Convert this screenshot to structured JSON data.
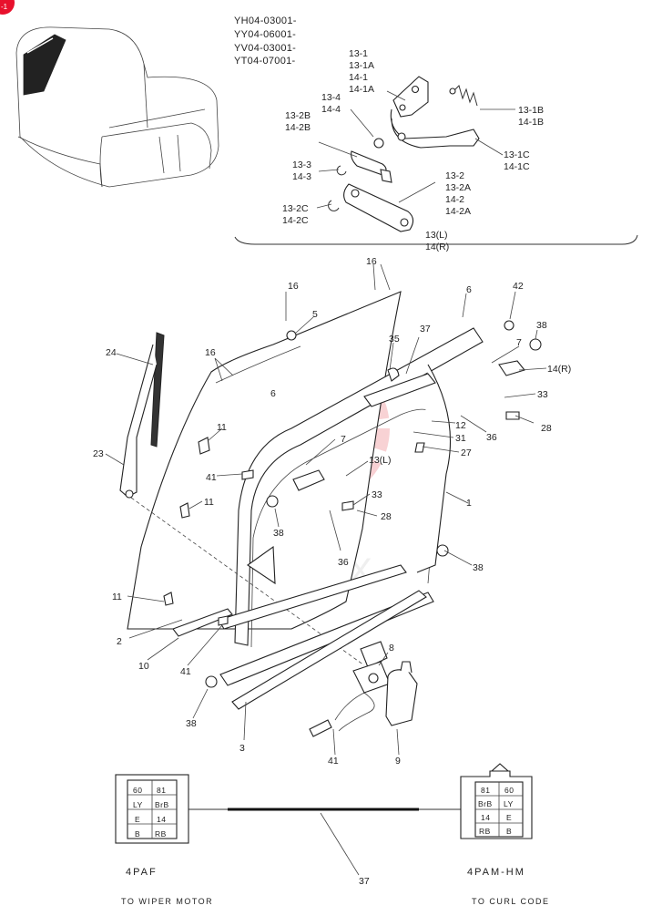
{
  "badge": "-1",
  "serials": [
    "YH04-03001-",
    "YY04-06001-",
    "YV04-03001-",
    "YT04-07001-"
  ],
  "inset_labels": {
    "l13_1": [
      "13-1",
      "13-1A",
      "14-1",
      "14-1A"
    ],
    "l13_4": [
      "13-4",
      "14-4"
    ],
    "l13_2b": [
      "13-2B",
      "14-2B"
    ],
    "l13_3": [
      "13-3",
      "14-3"
    ],
    "l13_2c": [
      "13-2C",
      "14-2C"
    ],
    "l13_1b": [
      "13-1B",
      "14-1B"
    ],
    "l13_1c": [
      "13-1C",
      "14-1C"
    ],
    "l13_2": [
      "13-2",
      "13-2A",
      "14-2",
      "14-2A"
    ],
    "l13l": "13(L)",
    "l14r": "14(R)"
  },
  "callouts": {
    "c16a": "16",
    "c16b": "16",
    "c16c": "16",
    "c5": "5",
    "c6a": "6",
    "c6b": "6",
    "c42": "42",
    "c38a": "38",
    "c7a": "7",
    "c14r": "14(R)",
    "c37a": "37",
    "c35": "35",
    "c24": "24",
    "c23": "23",
    "c11a": "11",
    "c11b": "11",
    "c11c": "11",
    "c33a": "33",
    "c12": "12",
    "c31": "31",
    "c36a": "36",
    "c28a": "28",
    "c27": "27",
    "c7b": "7",
    "c13l": "13(L)",
    "c41a": "41",
    "c33b": "33",
    "c28b": "28",
    "c38b": "38",
    "c36b": "36",
    "c1": "1",
    "c38c": "38",
    "c2": "2",
    "c10": "10",
    "c41b": "41",
    "c8": "8",
    "c38d": "38",
    "c3": "3",
    "c41c": "41",
    "c9": "9",
    "c37b": "37"
  },
  "left_connector": {
    "pins": [
      "60",
      "81",
      "LY",
      "BrB",
      "E",
      "14",
      "B",
      "RB"
    ],
    "name": "4PAF",
    "caption": "TO WIPER MOTOR"
  },
  "right_connector": {
    "pins": [
      "81",
      "60",
      "BrB",
      "LY",
      "14",
      "E",
      "RB",
      "B"
    ],
    "name": "4PAM-HM",
    "caption": "TO CURL CODE"
  },
  "watermark": "IHTEX"
}
